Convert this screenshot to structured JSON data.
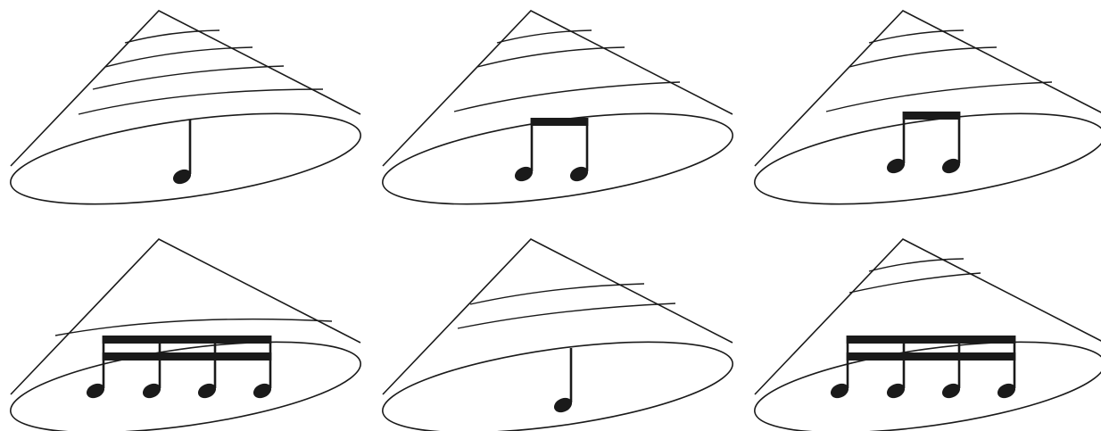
{
  "colors": {
    "background": "#ffffff",
    "ink": "#1a1a1a"
  },
  "cones": [
    {
      "id": "cone-1",
      "stripes": 4,
      "note": "quarter"
    },
    {
      "id": "cone-2",
      "stripes": 3,
      "note": "two-eighths"
    },
    {
      "id": "cone-3",
      "stripes": 3,
      "note": "two-eighths"
    },
    {
      "id": "cone-4",
      "stripes": 1,
      "note": "four-sixteenths"
    },
    {
      "id": "cone-5",
      "stripes": 2,
      "note": "quarter"
    },
    {
      "id": "cone-6",
      "stripes": 2,
      "note": "four-sixteenths"
    }
  ]
}
